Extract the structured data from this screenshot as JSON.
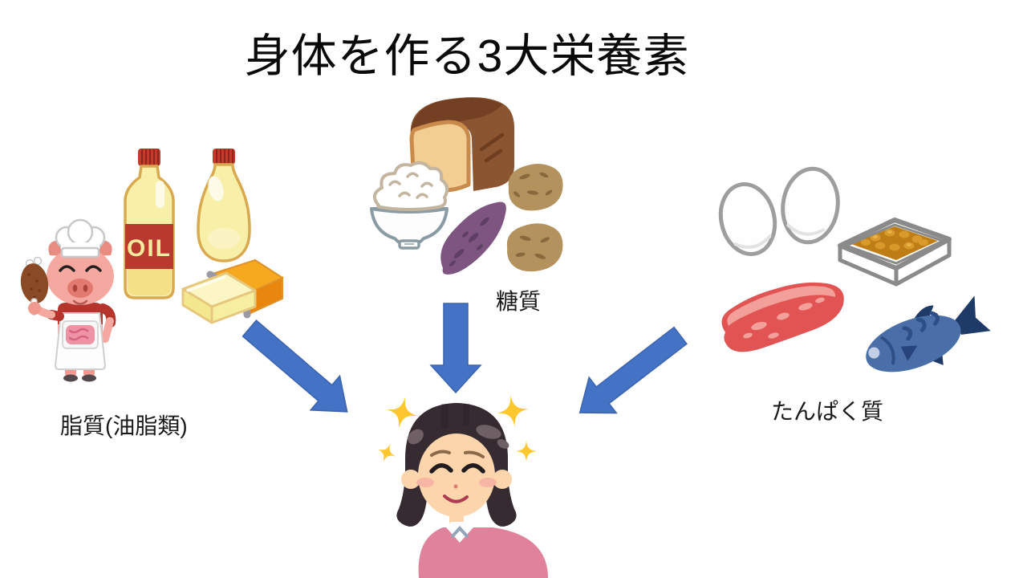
{
  "slide": {
    "title": "身体を作る3大栄養素",
    "background": "#ffffff",
    "title_color": "#0a0a0a"
  },
  "nutrients": {
    "fat": {
      "label": "脂質(油脂類)",
      "oil_bottle_text": "OIL",
      "illustrations": [
        "pig-chef",
        "oil-bottle",
        "mayonnaise-bottle",
        "butter"
      ]
    },
    "carbohydrate": {
      "label": "糖質",
      "illustrations": [
        "bread-loaf",
        "rice-bowl",
        "sweet-potato",
        "potato",
        "potato"
      ]
    },
    "protein": {
      "label": "たんぱく質",
      "illustrations": [
        "eggs",
        "natto-pack",
        "raw-meat",
        "fish"
      ]
    }
  },
  "center_figure": {
    "illustration": "healthy-woman",
    "sparkle_count": 4
  },
  "arrows": {
    "count": 3,
    "fill": "#4472C4",
    "stroke": "#3B63B0",
    "directions": [
      "down-right",
      "down",
      "down-left"
    ]
  }
}
